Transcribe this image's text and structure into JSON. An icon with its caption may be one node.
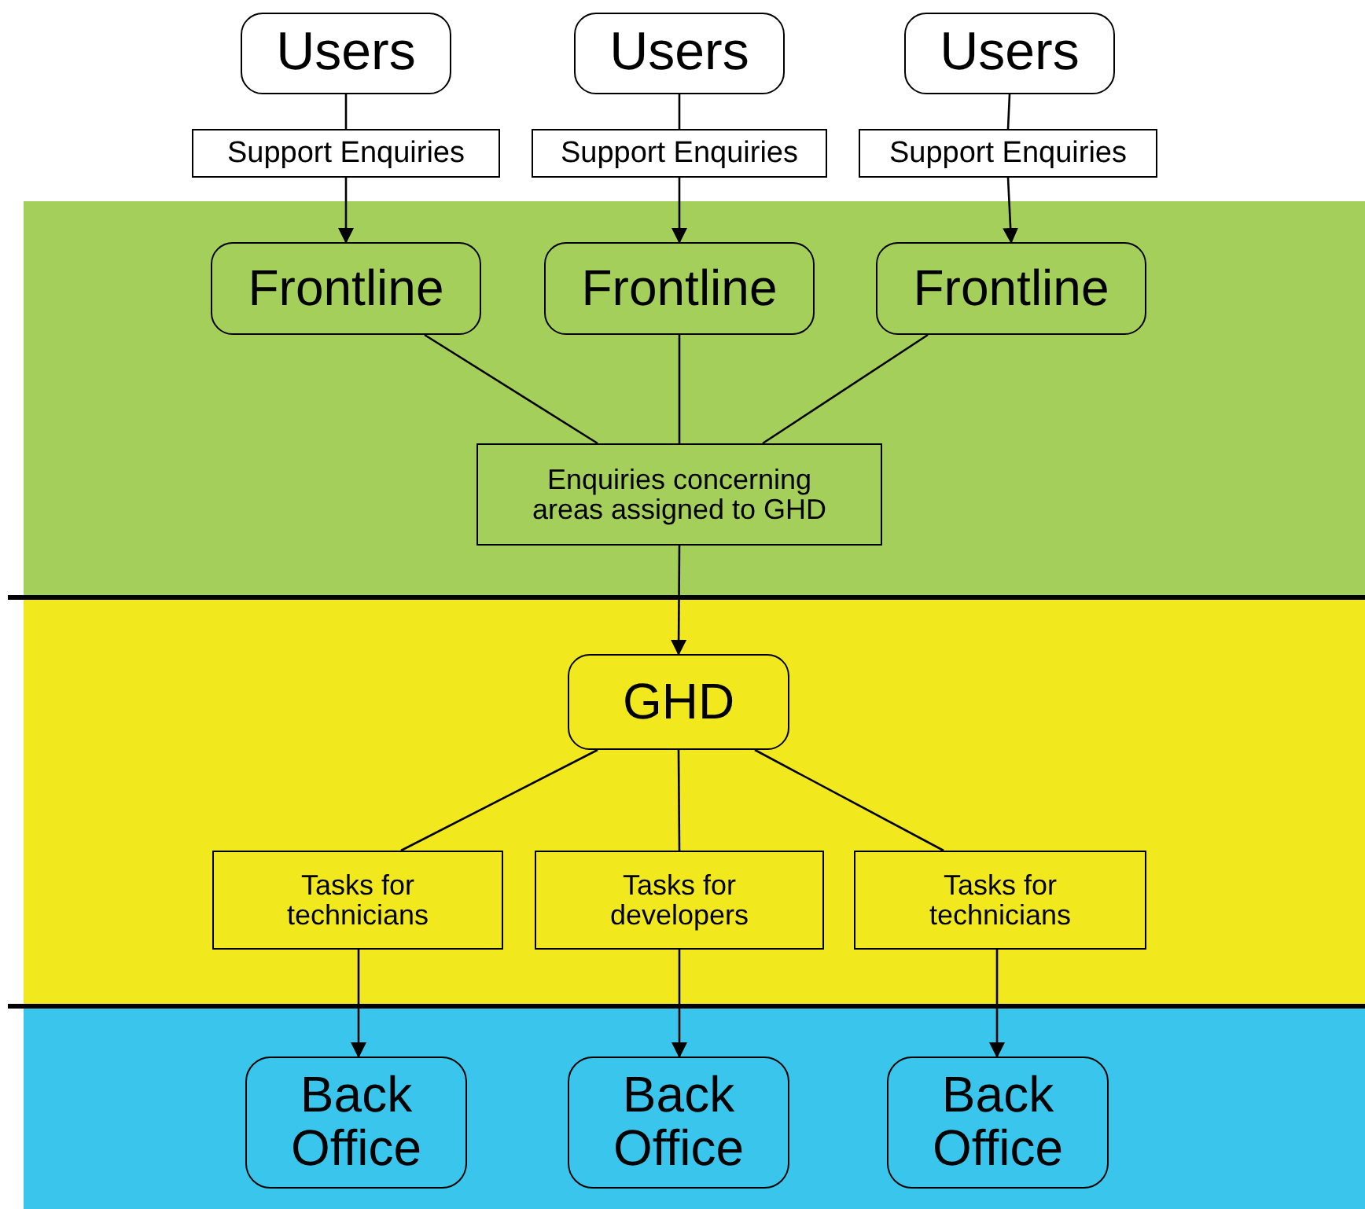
{
  "diagram": {
    "nodes": [
      {
        "text": [
          "Users"
        ]
      },
      {
        "text": [
          "Users"
        ]
      },
      {
        "text": [
          "Users"
        ]
      },
      {
        "text": [
          "Support Enquiries"
        ]
      },
      {
        "text": [
          "Support Enquiries"
        ]
      },
      {
        "text": [
          "Support Enquiries"
        ]
      },
      {
        "text": [
          "Frontline"
        ]
      },
      {
        "text": [
          "Frontline"
        ]
      },
      {
        "text": [
          "Frontline"
        ]
      },
      {
        "text": [
          "Enquiries concerning areas assigned to GHD"
        ]
      },
      {
        "text": [
          "GHD"
        ]
      },
      {
        "text": [
          "Tasks for technicians"
        ]
      },
      {
        "text": [
          "Tasks for developers"
        ]
      },
      {
        "text": [
          "Tasks for technicians"
        ]
      },
      {
        "text": [
          "Back Office"
        ]
      },
      {
        "text": [
          "Back Office"
        ]
      },
      {
        "text": [
          "Back Office"
        ]
      }
    ],
    "edges": [
      {
        "from": 0,
        "to": 3,
        "arrow": "none"
      },
      {
        "from": 1,
        "to": 4,
        "arrow": "none"
      },
      {
        "from": 2,
        "to": 5,
        "arrow": "none"
      },
      {
        "from": 3,
        "to": 6,
        "arrow": "to"
      },
      {
        "from": 4,
        "to": 7,
        "arrow": "to"
      },
      {
        "from": 5,
        "to": 8,
        "arrow": "to"
      },
      {
        "from": 6,
        "to": 9,
        "arrow": "none"
      },
      {
        "from": 7,
        "to": 9,
        "arrow": "none"
      },
      {
        "from": 8,
        "to": 9,
        "arrow": "none"
      },
      {
        "from": 9,
        "to": 10,
        "arrow": "to"
      },
      {
        "from": 10,
        "to": 11,
        "arrow": "none"
      },
      {
        "from": 10,
        "to": 12,
        "arrow": "none"
      },
      {
        "from": 10,
        "to": 13,
        "arrow": "none"
      },
      {
        "from": 11,
        "to": 14,
        "arrow": "to"
      },
      {
        "from": 12,
        "to": 15,
        "arrow": "to"
      },
      {
        "from": 13,
        "to": 16,
        "arrow": "to"
      }
    ]
  }
}
